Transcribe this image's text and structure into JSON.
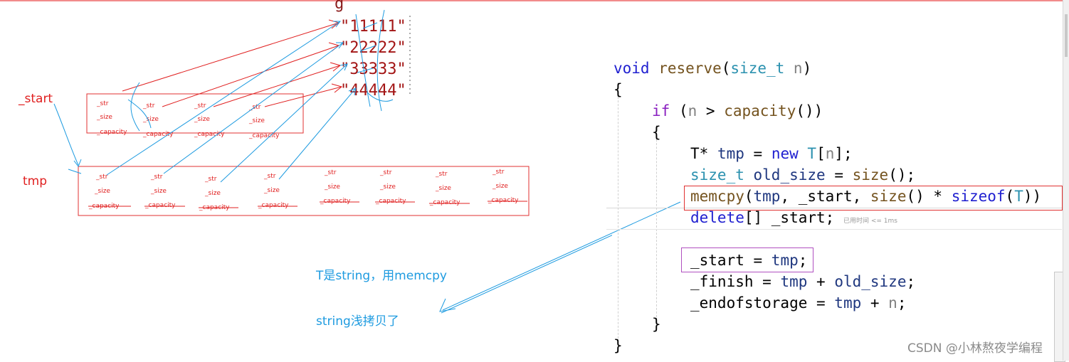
{
  "diagram": {
    "strings": [
      "\"11111\"",
      "\"22222\"",
      "\"33333\"",
      "\"44444\""
    ],
    "fields": [
      "_str",
      "_size",
      "_capacity"
    ],
    "label_start": "_start",
    "label_tmp": "tmp"
  },
  "notes": {
    "line1": "T是string，用memcpy",
    "line2": "string浅拷贝了"
  },
  "code": {
    "l1": {
      "kw": "void",
      "fn": "reserve",
      "p1": "(",
      "ty": "size_t",
      "sp": " ",
      "pm": "n",
      "p2": ")"
    },
    "l2": "{",
    "l3": {
      "kw": "if",
      "p1": " (",
      "pm": "n",
      "p2": " > ",
      "fn": "capacity",
      "p3": "())"
    },
    "l4": "{",
    "l5": {
      "a": "T* ",
      "var": "tmp",
      "b": " = ",
      "kw": "new",
      "c": " ",
      "ty": "T",
      "d": "[",
      "pm": "n",
      "e": "];"
    },
    "l6": {
      "ty": "size_t",
      "a": " ",
      "var": "old_size",
      "b": " = ",
      "fn": "size",
      "c": "();"
    },
    "l7": {
      "fn": "memcpy",
      "a": "(",
      "var": "tmp",
      "b": ", _start, ",
      "fn2": "size",
      "c": "() * ",
      "kw": "sizeof",
      "d": "(",
      "ty": "T",
      "e": "))"
    },
    "l8": {
      "kw": "delete",
      "a": "[] _start;"
    },
    "hint": "已用时间 <= 1ms",
    "l9": {
      "a": "_start = ",
      "var": "tmp",
      "b": ";"
    },
    "l10": {
      "a": "_finish = ",
      "var": "tmp",
      "b": " + ",
      "var2": "old_size",
      "c": ";"
    },
    "l11": {
      "a": "_endofstorage = ",
      "var": "tmp",
      "b": " + ",
      "pm": "n",
      "c": ";"
    },
    "l12": "}",
    "l13": "}"
  },
  "watermark": "CSDN @小林熬夜学编程"
}
